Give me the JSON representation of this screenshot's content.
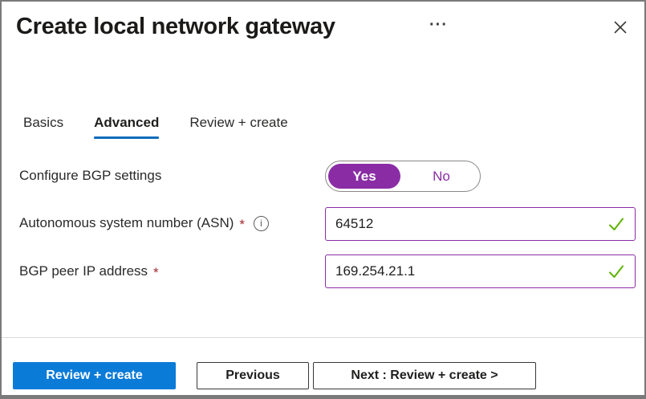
{
  "window": {
    "title": "Create local network gateway",
    "more_icon": "···"
  },
  "tabs": [
    {
      "label": "Basics",
      "active": false
    },
    {
      "label": "Advanced",
      "active": true
    },
    {
      "label": "Review + create",
      "active": false
    }
  ],
  "form": {
    "bgp_toggle": {
      "label": "Configure BGP settings",
      "options": [
        "Yes",
        "No"
      ],
      "selected": "Yes"
    },
    "asn": {
      "label": "Autonomous system number (ASN)",
      "required": "*",
      "value": "64512",
      "valid": true
    },
    "bgp_peer_ip": {
      "label": "BGP peer IP address",
      "required": "*",
      "value": "169.254.21.1",
      "valid": true
    }
  },
  "footer": {
    "review_create_label": "Review + create",
    "previous_label": "Previous",
    "next_label": "Next : Review + create >"
  },
  "colors": {
    "accent_blue": "#0b7bd8",
    "tab_underline_blue": "#0f6cbd",
    "toggle_purple": "#8a2da5",
    "input_border_purple": "#8a2da5",
    "valid_green": "#5db300",
    "required_red": "#a4262c"
  }
}
